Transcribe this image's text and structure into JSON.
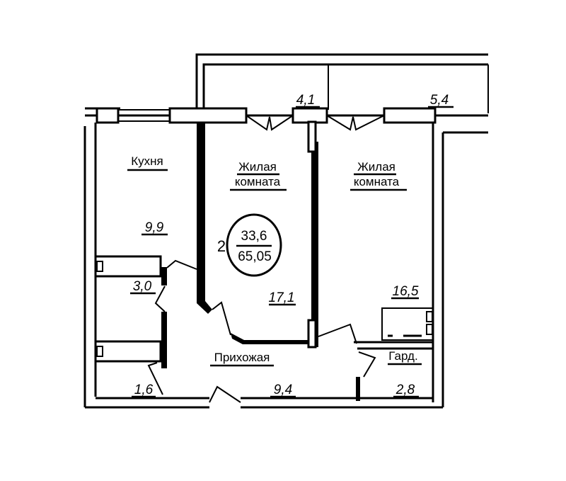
{
  "rooms": {
    "kitchen": {
      "name": "Кухня",
      "area": "9,9"
    },
    "living_room_1": {
      "name_line1": "Жилая",
      "name_line2": "комната",
      "area": "17,1"
    },
    "living_room_2": {
      "name_line1": "Жилая",
      "name_line2": "комната",
      "area": "16,5"
    },
    "hallway": {
      "name": "Прихожая",
      "area": "9,4"
    },
    "wardrobe": {
      "name": "Гард.",
      "area": "2,8"
    },
    "bathroom": {
      "area": "3,0"
    },
    "toilet": {
      "area": "1,6"
    },
    "balcony_left": {
      "area": "4,1"
    },
    "balcony_right": {
      "area": "5,4"
    }
  },
  "summary": {
    "rooms_count": "2",
    "living_area": "33,6",
    "total_area": "65,05"
  }
}
